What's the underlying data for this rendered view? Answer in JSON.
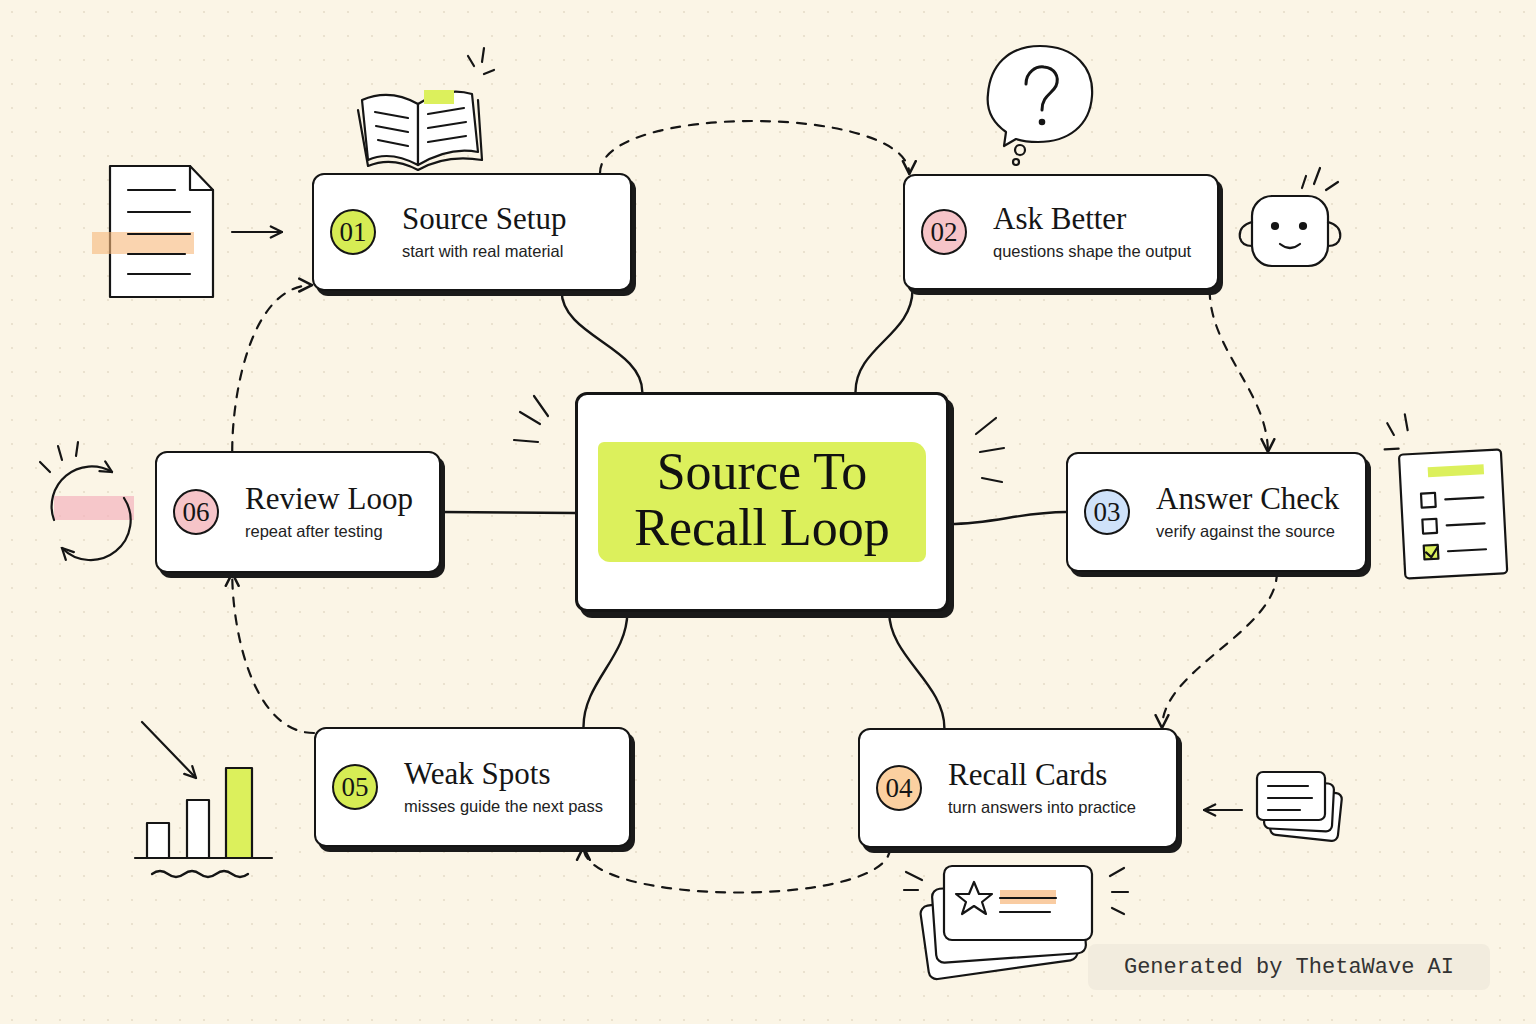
{
  "diagram": {
    "nodes": [
      {
        "text": [
          "Source To Recall Loop"
        ]
      },
      {
        "text": [
          "Source Setup",
          "start with real material"
        ]
      },
      {
        "text": [
          "01"
        ],
        "in": 1
      },
      {
        "text": [
          "Ask Better",
          "questions shape the output"
        ]
      },
      {
        "text": [
          "02"
        ],
        "in": 3
      },
      {
        "text": [
          "Answer Check",
          "verify against the source"
        ]
      },
      {
        "text": [
          "03"
        ],
        "in": 5
      },
      {
        "text": [
          "Recall Cards",
          "turn answers into practice"
        ]
      },
      {
        "text": [
          "04"
        ],
        "in": 7
      },
      {
        "text": [
          "Weak Spots",
          "misses guide the next pass"
        ]
      },
      {
        "text": [
          "05"
        ],
        "in": 9
      },
      {
        "text": [
          "Review Loop",
          "repeat after testing"
        ]
      },
      {
        "text": [
          "06"
        ],
        "in": 11
      }
    ],
    "edges": [
      {
        "from": 0,
        "to": 1,
        "arrow": "none"
      },
      {
        "from": 0,
        "to": 3,
        "arrow": "none"
      },
      {
        "from": 0,
        "to": 5,
        "arrow": "none"
      },
      {
        "from": 0,
        "to": 7,
        "arrow": "none"
      },
      {
        "from": 0,
        "to": 9,
        "arrow": "none"
      },
      {
        "from": 0,
        "to": 11,
        "arrow": "none"
      },
      {
        "from": 1,
        "to": 3,
        "arrow": "to"
      },
      {
        "from": 3,
        "to": 5,
        "arrow": "to"
      },
      {
        "from": 5,
        "to": 7,
        "arrow": "to"
      },
      {
        "from": 7,
        "to": 9,
        "arrow": "to"
      },
      {
        "from": 9,
        "to": 11,
        "arrow": "to"
      },
      {
        "from": 11,
        "to": 1,
        "arrow": "to"
      }
    ],
    "labels": [
      "Generated by ThetaWave AI"
    ]
  }
}
